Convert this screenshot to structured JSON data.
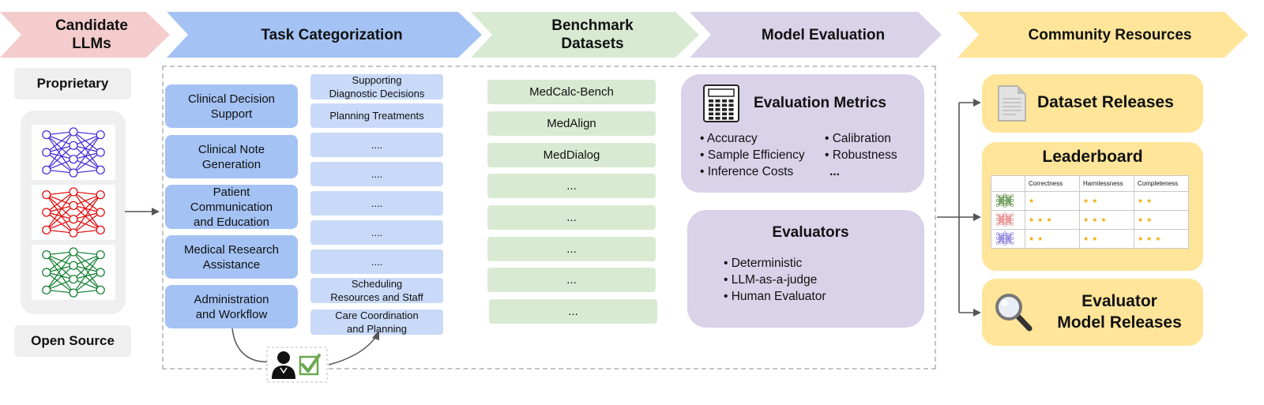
{
  "headers": {
    "candidate": [
      "Candidate",
      "LLMs"
    ],
    "task": "Task Categorization",
    "benchmark": [
      "Benchmark",
      "Datasets"
    ],
    "evaluation": "Model Evaluation",
    "community": "Community Resources"
  },
  "candidate": {
    "proprietary": "Proprietary",
    "open_source": "Open Source"
  },
  "tasks": [
    [
      "Clinical Decision",
      "Support"
    ],
    [
      "Clinical Note",
      "Generation"
    ],
    [
      "Patient",
      "Communication",
      "and Education"
    ],
    [
      "Medical Research",
      "Assistance"
    ],
    [
      "Administration",
      "and Workflow"
    ]
  ],
  "subtasks": [
    [
      "Supporting",
      "Diagnostic Decisions"
    ],
    [
      "Planning Treatments"
    ],
    [
      "...."
    ],
    [
      "...."
    ],
    [
      "...."
    ],
    [
      "...."
    ],
    [
      "...."
    ],
    [
      "Scheduling",
      "Resources and Staff"
    ],
    [
      "Care Coordination",
      "and Planning"
    ]
  ],
  "benchmarks": [
    "MedCalc-Bench",
    "MedAlign",
    "MedDialog",
    "...",
    "...",
    "...",
    "...",
    "..."
  ],
  "metrics": {
    "title": "Evaluation Metrics",
    "left": [
      "• Accuracy",
      "• Sample Efficiency",
      "• Inference Costs"
    ],
    "right": [
      "• Calibration",
      "• Robustness",
      "..."
    ]
  },
  "evaluators": {
    "title": "Evaluators",
    "items": [
      "• Deterministic",
      "• LLM-as-a-judge",
      "• Human Evaluator"
    ]
  },
  "community": {
    "dataset_releases": "Dataset Releases",
    "leaderboard": "Leaderboard",
    "leaderboard_columns": [
      "Correctness",
      "Harmlessness",
      "Completeness"
    ],
    "leaderboard_rows": [
      {
        "color": "#38761d",
        "stars": [
          "★",
          "★★",
          "★★"
        ]
      },
      {
        "color": "#e06666",
        "stars": [
          "★★★",
          "★★★",
          "★★"
        ]
      },
      {
        "color": "#6d5fd5",
        "stars": [
          "★★",
          "★★",
          "★★★"
        ]
      }
    ],
    "evaluator_releases": [
      "Evaluator",
      "Model Releases"
    ]
  },
  "network_colors": [
    "#3c27d6",
    "#e00000",
    "#0a7a2a"
  ],
  "colors": {
    "candidate": "#f4cccc",
    "task": "#a4c2f4",
    "benchmark": "#d9ead3",
    "evaluation": "#d9d2e9",
    "community": "#ffe599",
    "star": "#f1a800",
    "check": "#6aa84f"
  }
}
